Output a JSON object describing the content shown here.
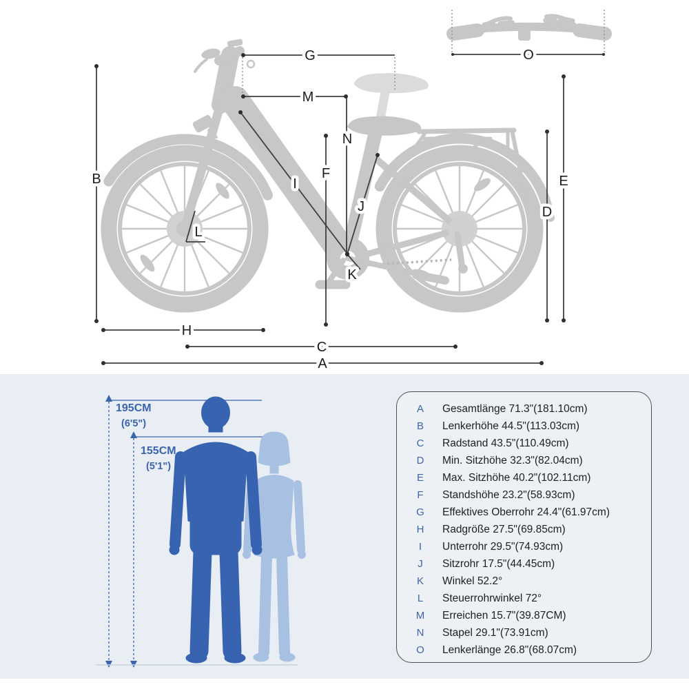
{
  "diagram": {
    "markers": {
      "A": "A",
      "B": "B",
      "C": "C",
      "D": "D",
      "E": "E",
      "F": "F",
      "G": "G",
      "H": "H",
      "I": "I",
      "J": "J",
      "K": "K",
      "L": "L",
      "M": "M",
      "N": "N",
      "O": "O"
    }
  },
  "size_reference": {
    "tall": {
      "cm": "195CM",
      "imperial": "(6'5\")"
    },
    "short": {
      "cm": "155CM",
      "imperial": "(5'1\")"
    }
  },
  "spec_list": [
    {
      "letter": "A",
      "text": "Gesamtlänge 71.3\"(181.10cm)"
    },
    {
      "letter": "B",
      "text": "Lenkerhöhe 44.5\"(113.03cm)"
    },
    {
      "letter": "C",
      "text": "Radstand 43.5\"(110.49cm)"
    },
    {
      "letter": "D",
      "text": "Min. Sitzhöhe 32.3\"(82.04cm)"
    },
    {
      "letter": "E",
      "text": "Max. Sitzhöhe 40.2\"(102.11cm)"
    },
    {
      "letter": "F",
      "text": "Standshöhe 23.2\"(58.93cm)"
    },
    {
      "letter": "G",
      "text": "Effektives Oberrohr 24.4\"(61.97cm)"
    },
    {
      "letter": "H",
      "text": "Radgröße 27.5\"(69.85cm)"
    },
    {
      "letter": "I",
      "text": "Unterrohr 29.5\"(74.93cm)"
    },
    {
      "letter": "J",
      "text": "Sitzrohr 17.5\"(44.45cm)"
    },
    {
      "letter": "K",
      "text": "Winkel 52.2°"
    },
    {
      "letter": "L",
      "text": "Steuerrohrwinkel 72°"
    },
    {
      "letter": "M",
      "text": "Erreichen 15.7\"(39.87CM)"
    },
    {
      "letter": "N",
      "text": "Stapel 29.1\"(73.91cm)"
    },
    {
      "letter": "O",
      "text": "Lenkerlänge 26.8\"(68.07cm)"
    }
  ],
  "colors": {
    "bike_silhouette": "#c5c7c9",
    "bike_ghost": "#d9dbdd",
    "dimension_line": "#3f3f3f",
    "accent_blue": "#3e64a6",
    "figure_male": "#3763b0",
    "figure_female": "#a8c0e2",
    "lower_background": "#e9eef5"
  }
}
